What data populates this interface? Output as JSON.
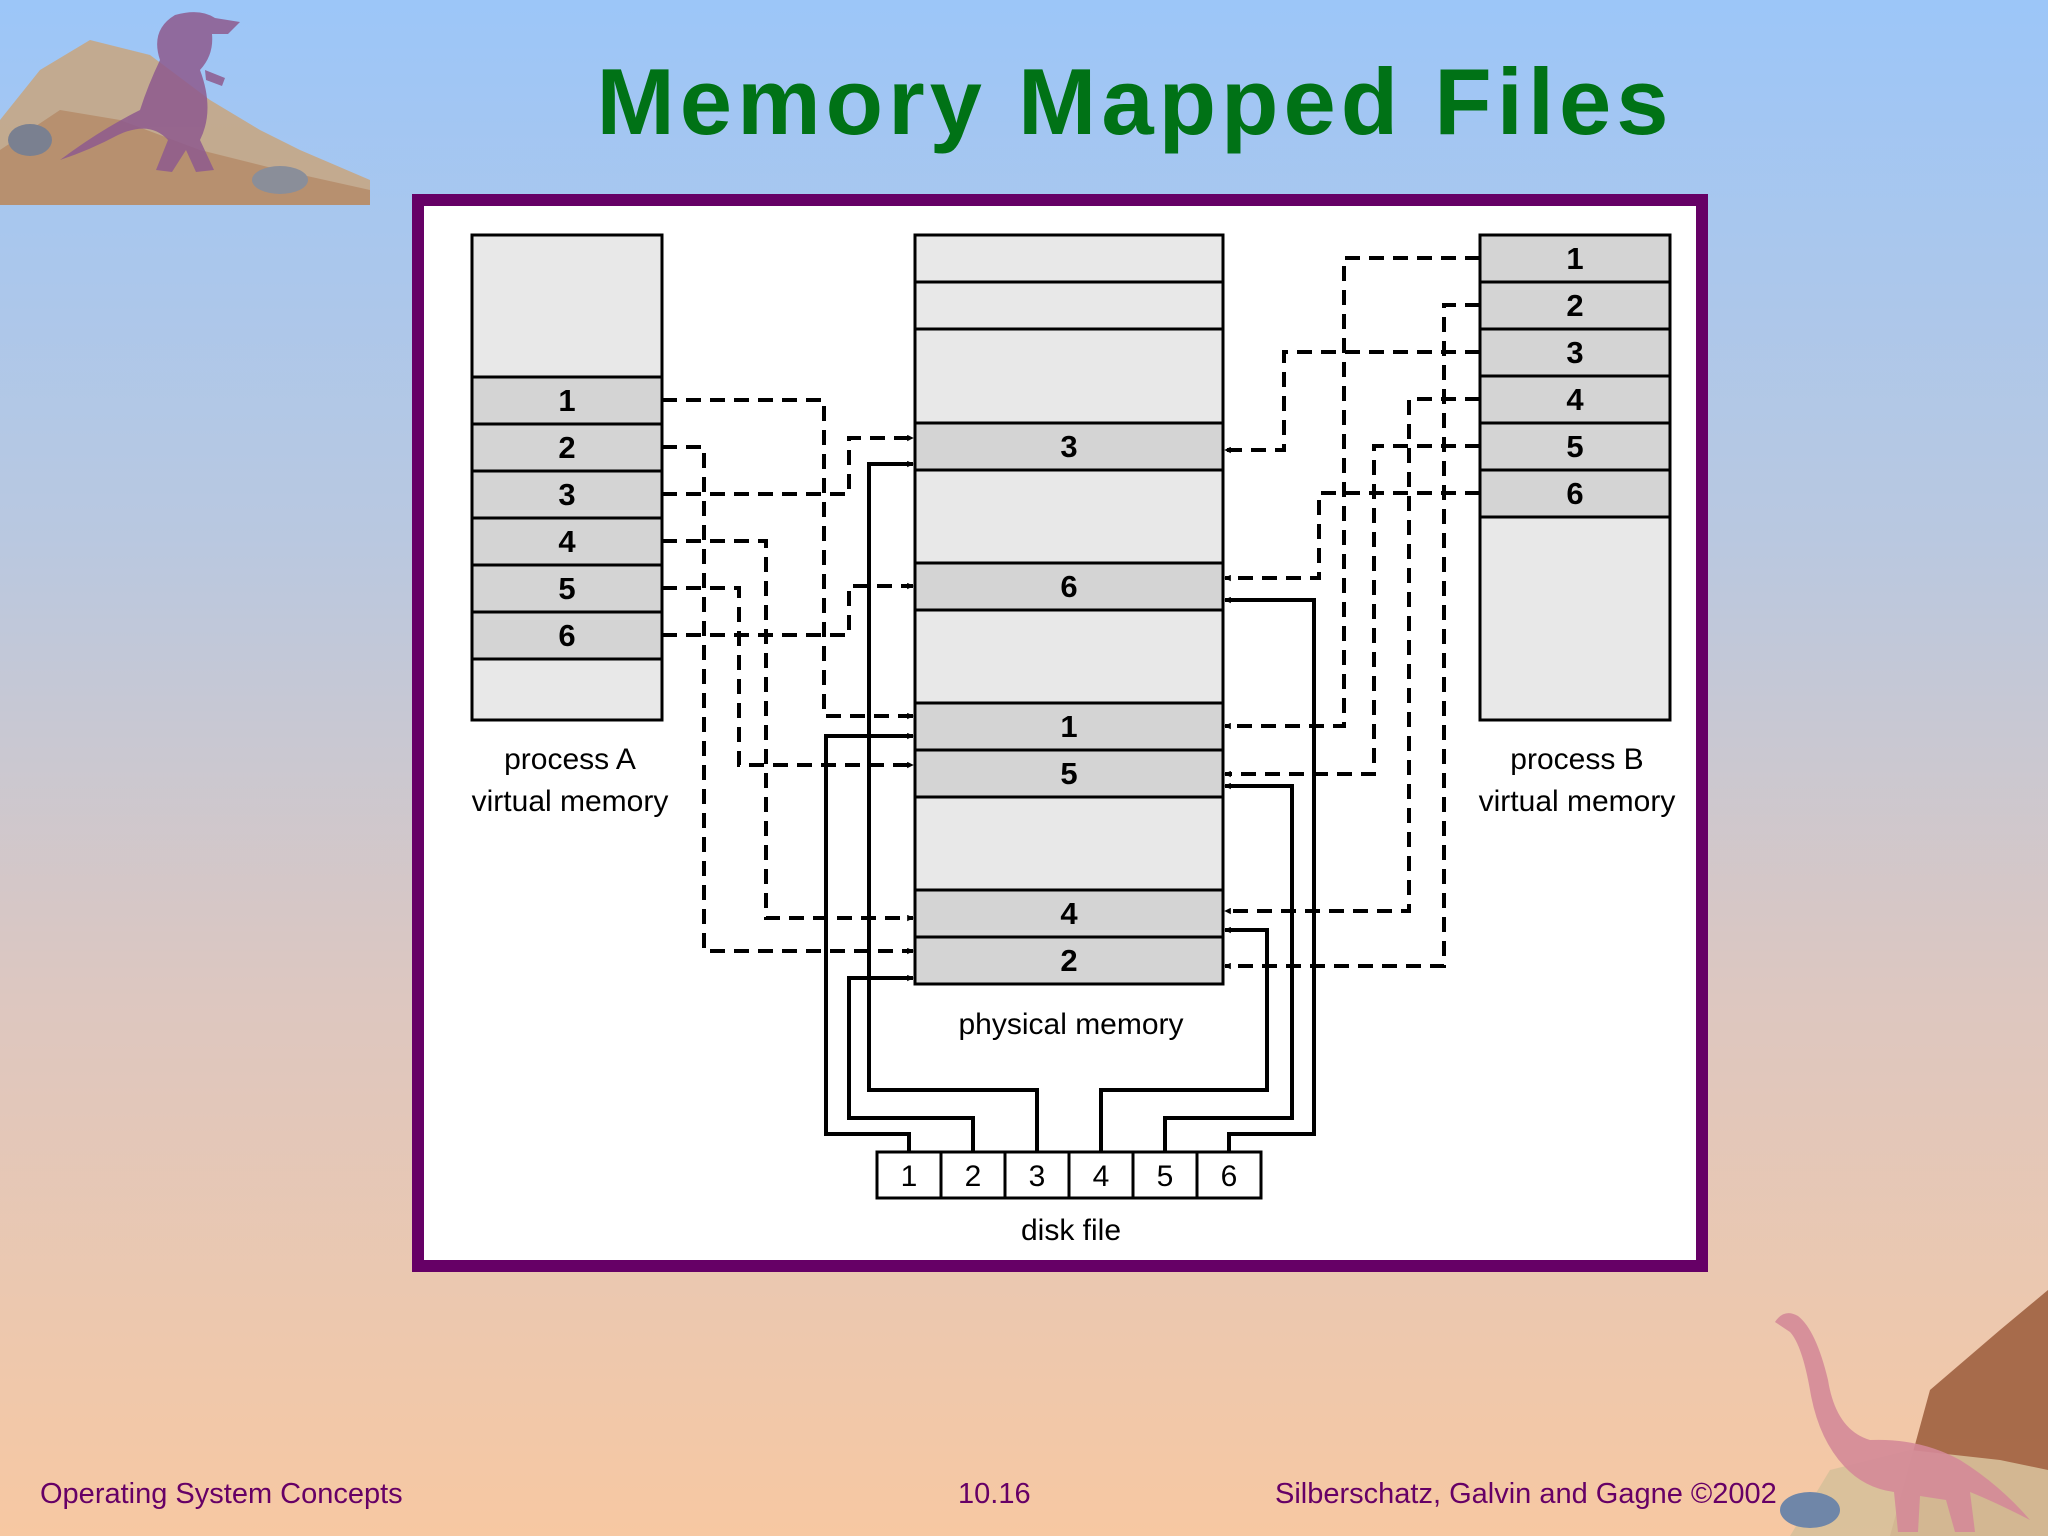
{
  "slide": {
    "title": "Memory Mapped Files",
    "footer_left": "Operating System Concepts",
    "footer_center": "10.16",
    "footer_right": "Silberschatz, Galvin and  Gagne ©2002"
  },
  "diagram": {
    "process_a": {
      "label_line1": "process A",
      "label_line2": "virtual memory",
      "pages": [
        "1",
        "2",
        "3",
        "4",
        "5",
        "6"
      ]
    },
    "process_b": {
      "label_line1": "process B",
      "label_line2": "virtual memory",
      "pages": [
        "1",
        "2",
        "3",
        "4",
        "5",
        "6"
      ]
    },
    "physical_memory": {
      "label": "physical memory",
      "frames": [
        "3",
        "6",
        "1",
        "5",
        "4",
        "2"
      ]
    },
    "disk_file": {
      "label": "disk file",
      "blocks": [
        "1",
        "2",
        "3",
        "4",
        "5",
        "6"
      ]
    }
  },
  "colors": {
    "title": "#007216",
    "frame_border": "#660066",
    "footer_text": "#660066",
    "box_fill_light": "#e8e8e8",
    "page_fill": "#d4d4d4"
  },
  "icons": [
    "t-rex-icon",
    "brontosaurus-icon"
  ]
}
